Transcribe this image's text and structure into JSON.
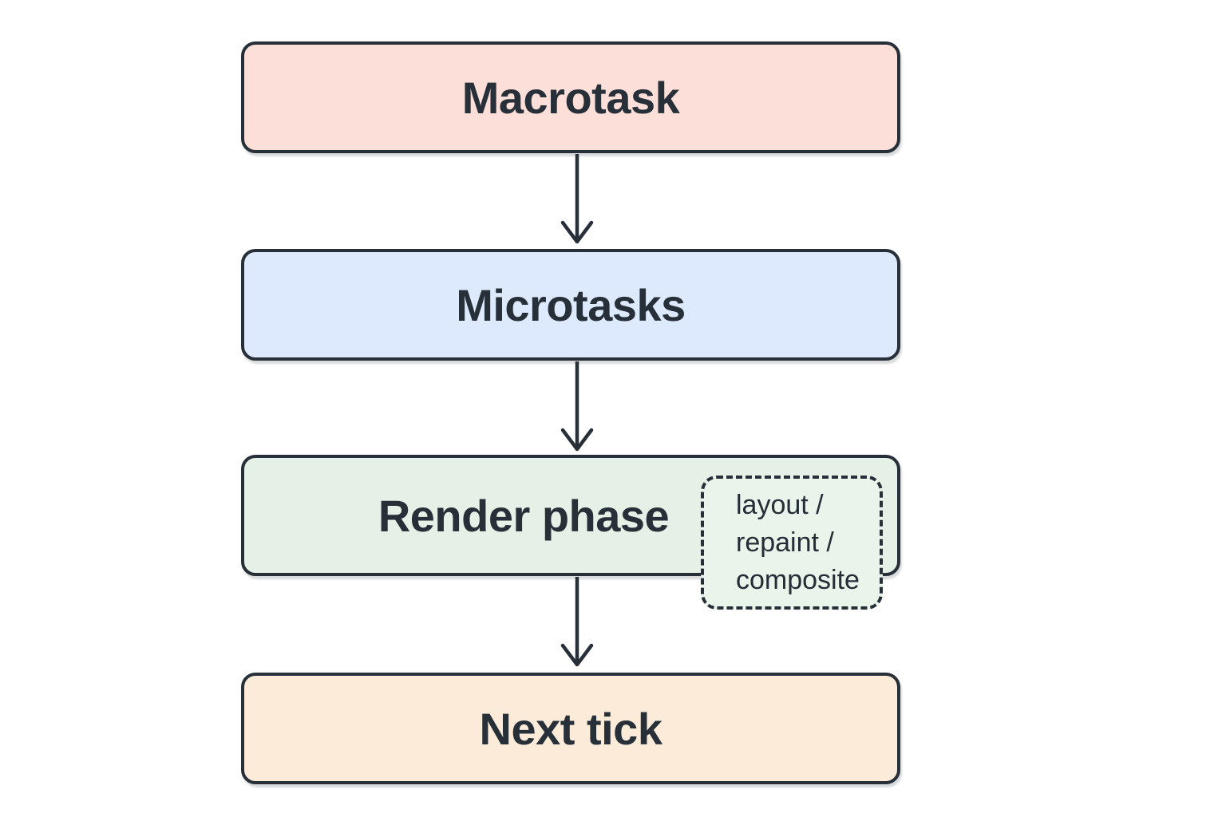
{
  "diagram": {
    "type": "flowchart",
    "background": "#ffffff",
    "stroke_color": "#273038",
    "text_color": "#273038",
    "nodes": [
      {
        "id": "macrotask",
        "label": "Macrotask",
        "fill": "#fcdfd9"
      },
      {
        "id": "microtasks",
        "label": "Microtasks",
        "fill": "#dde9fc"
      },
      {
        "id": "render-phase",
        "label": "Render phase",
        "fill": "#e5f1e6"
      },
      {
        "id": "next-tick",
        "label": "Next tick",
        "fill": "#fcebd9"
      }
    ],
    "edges": [
      {
        "from": "macrotask",
        "to": "microtasks"
      },
      {
        "from": "microtasks",
        "to": "render-phase"
      },
      {
        "from": "render-phase",
        "to": "next-tick"
      }
    ],
    "annotation": {
      "attached_to": "render-phase",
      "fill": "#e9f4ea",
      "lines": [
        "layout /",
        "repaint /",
        "composite"
      ]
    }
  }
}
